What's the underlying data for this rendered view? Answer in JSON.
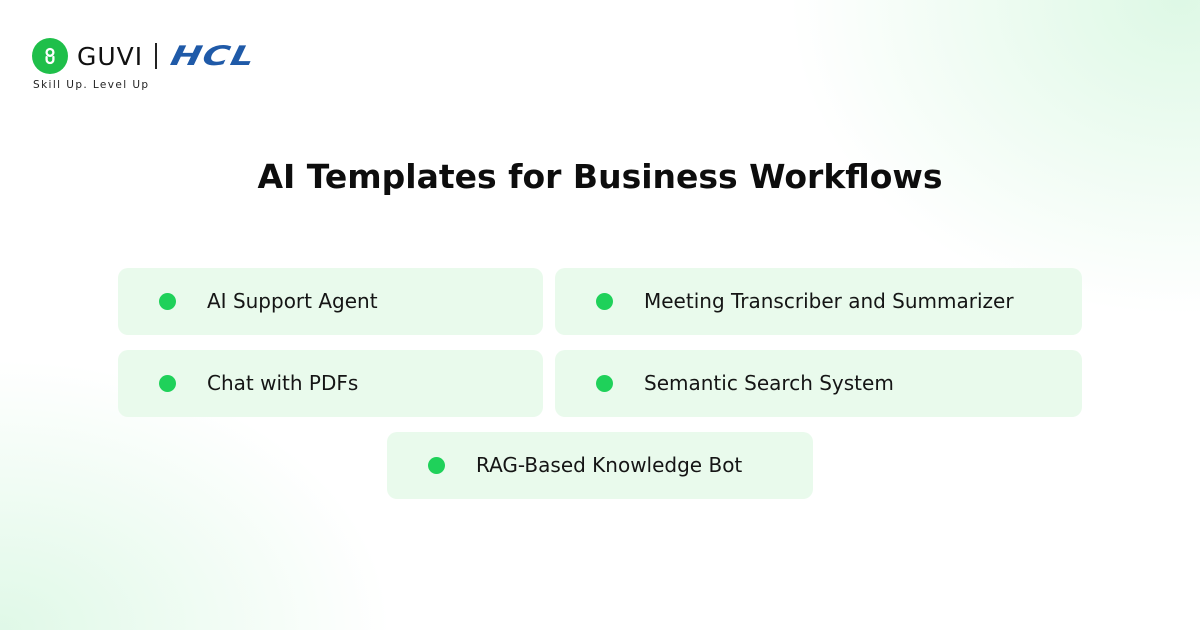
{
  "brand": {
    "primary_name": "GUVI",
    "partner_name": "HCL",
    "tagline": "Skill Up. Level Up",
    "primary_color": "#1fbf4a",
    "partner_color": "#1f5aa8",
    "mark_icon": "guvi-logo-icon"
  },
  "page": {
    "title": "AI Templates for Business Workflows"
  },
  "items": [
    {
      "label": "AI Support Agent"
    },
    {
      "label": "Meeting Transcriber and Summarizer"
    },
    {
      "label": "Chat with PDFs"
    },
    {
      "label": "Semantic Search System"
    },
    {
      "label": "RAG-Based Knowledge Bot"
    }
  ],
  "colors": {
    "card_bg": "#e9faec",
    "bullet": "#1fd15a",
    "text": "#151515"
  }
}
